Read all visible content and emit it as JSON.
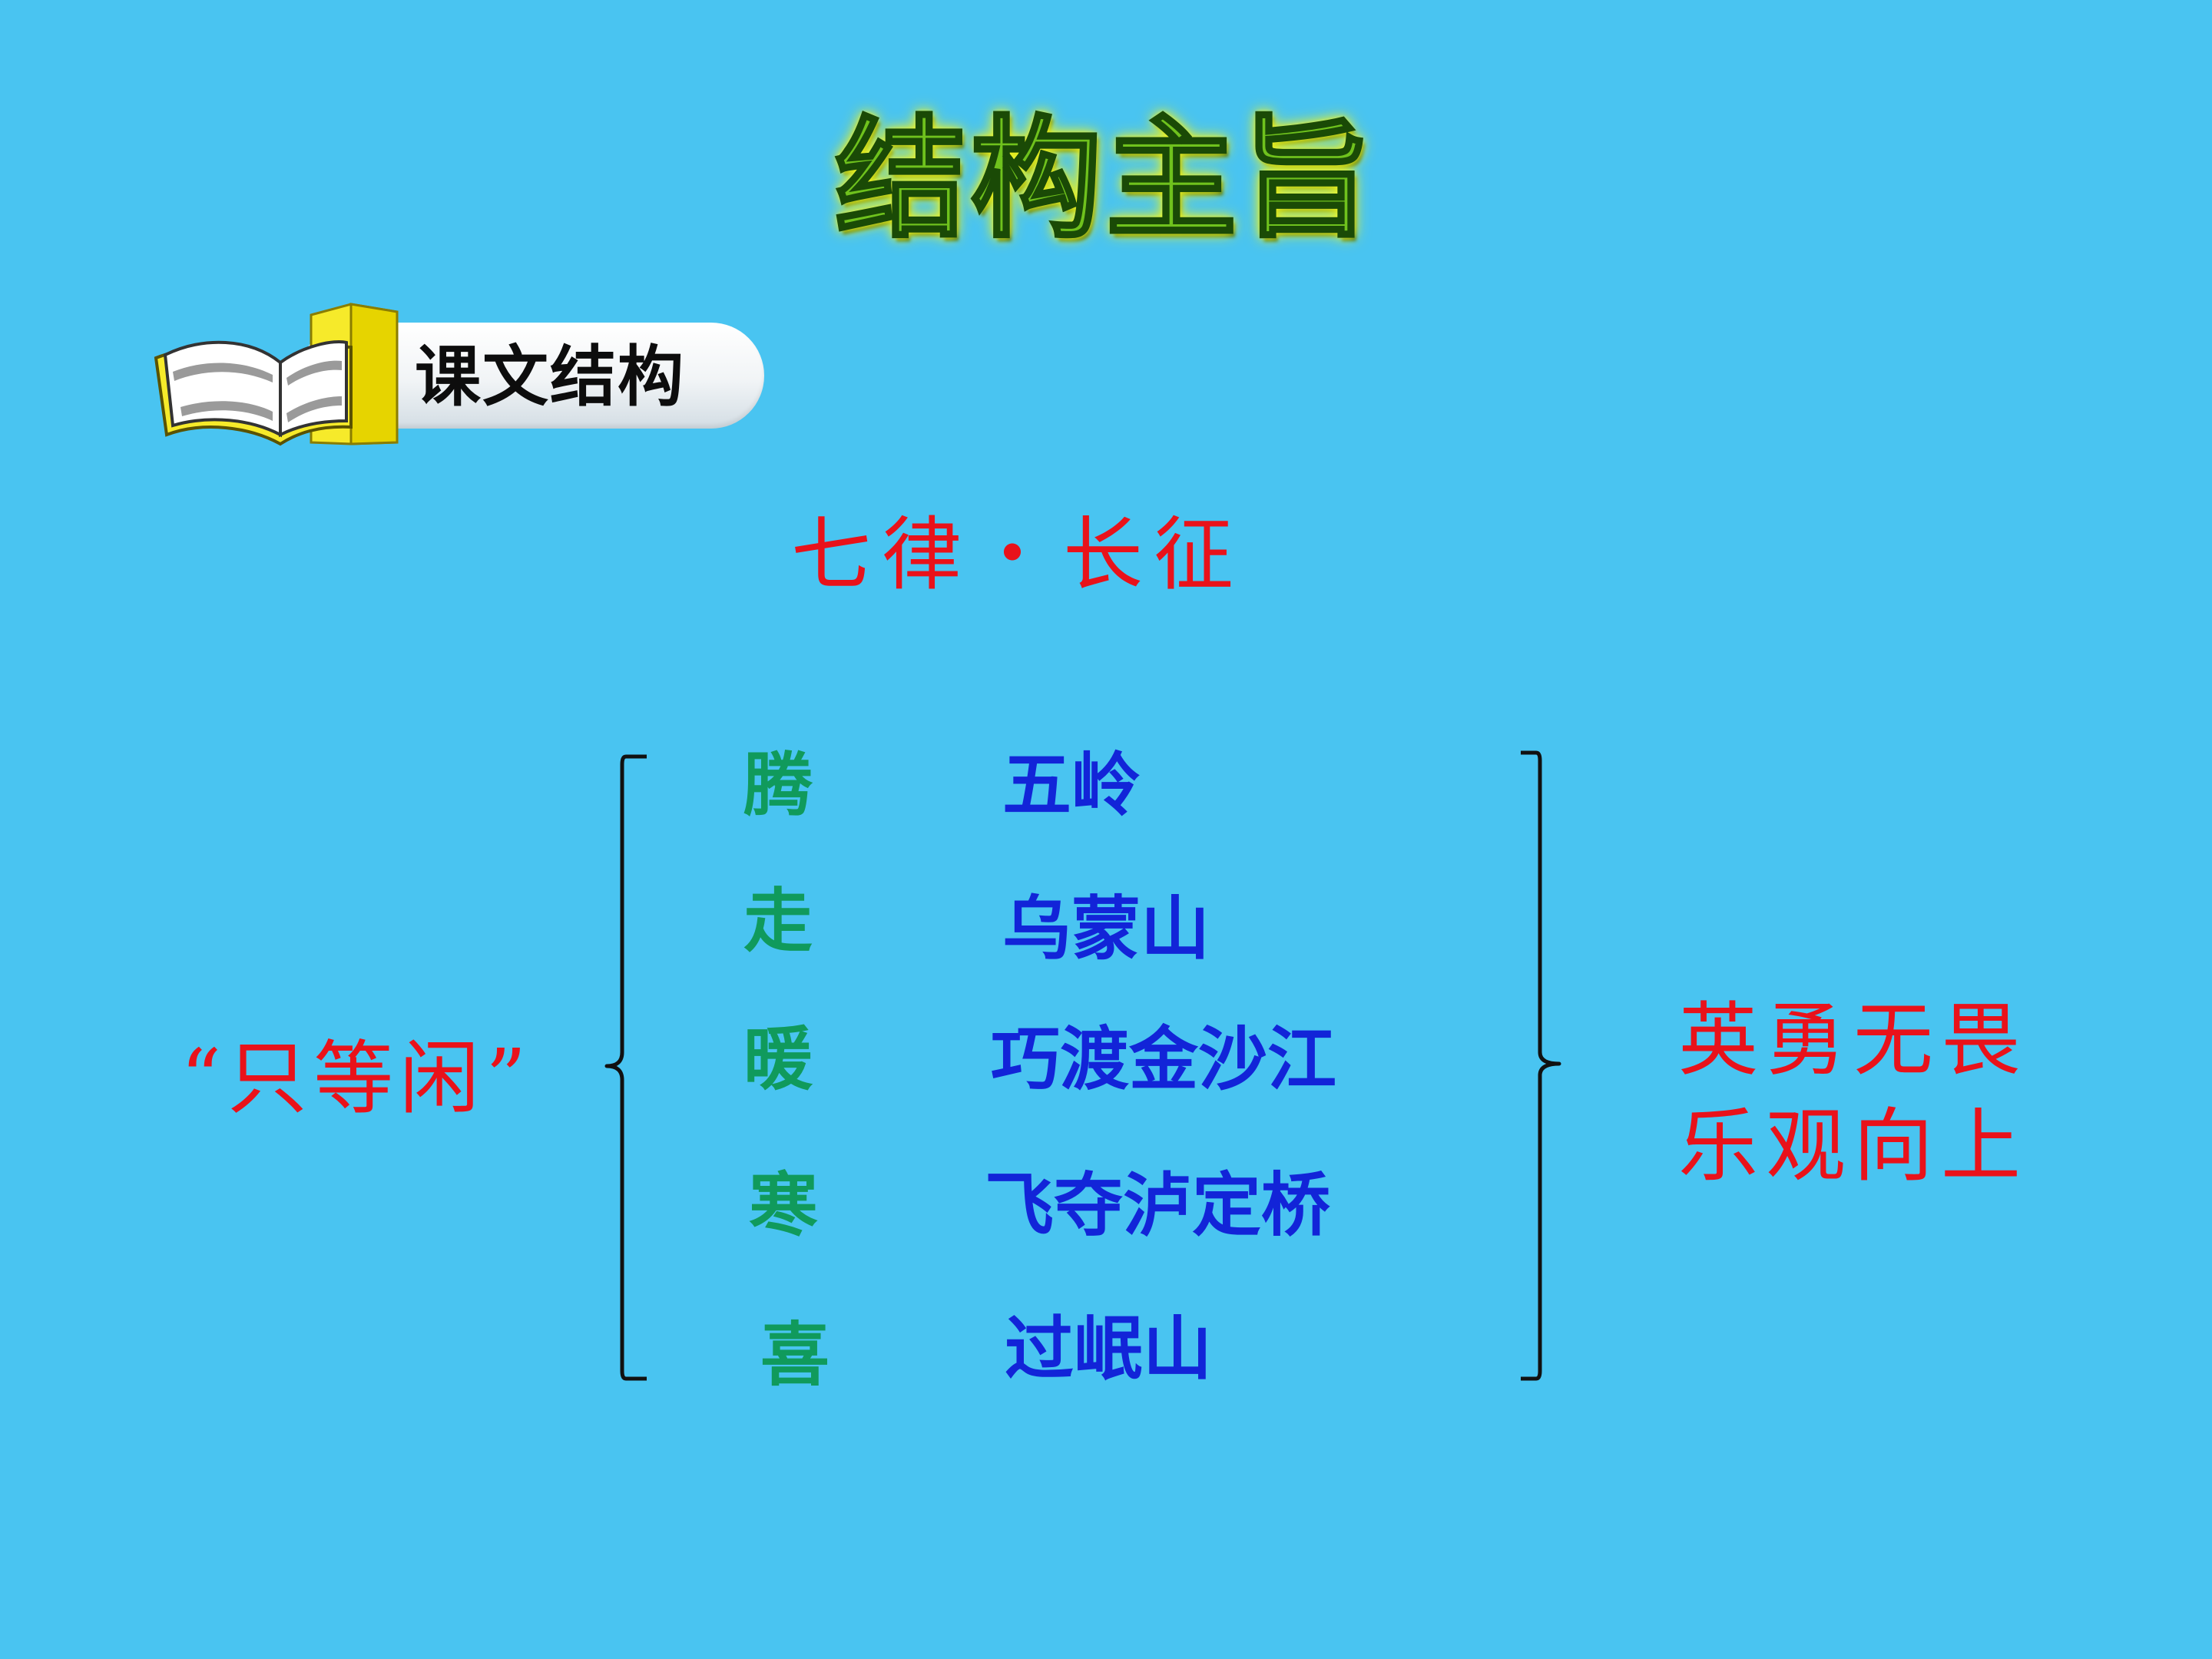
{
  "header": {
    "title": "结构主旨"
  },
  "section": {
    "label": "课文结构",
    "icon": "open-book-icon"
  },
  "poem": {
    "title": "七律・长征"
  },
  "left_label": "“只等闲”",
  "rows": [
    {
      "verb": "腾",
      "event": "五岭"
    },
    {
      "verb": "走",
      "event": "乌蒙山"
    },
    {
      "verb": "暖",
      "event": "巧渡金沙江"
    },
    {
      "verb": "寒",
      "event": "飞夺泸定桥"
    },
    {
      "verb": "喜",
      "event": "过岷山"
    }
  ],
  "right_label": {
    "line1": "英勇无畏",
    "line2": "乐观向上"
  },
  "colors": {
    "background": "#49c4f1",
    "title_green": "#6fc21d",
    "accent_red": "#e9121a",
    "verb_green": "#109a5c",
    "event_blue": "#1224d8"
  }
}
